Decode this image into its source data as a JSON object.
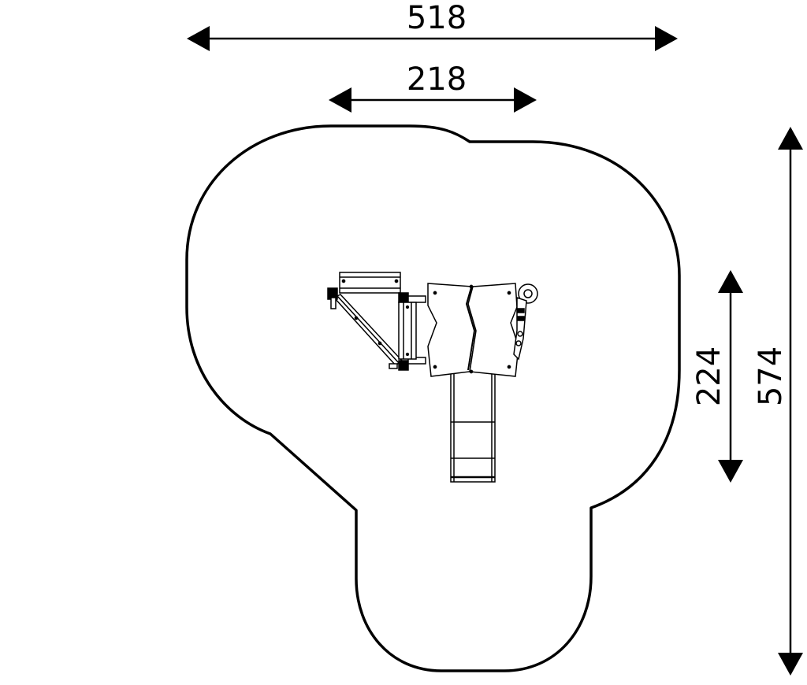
{
  "dimensions": {
    "overall_width": "518",
    "equipment_width": "218",
    "equipment_depth": "224",
    "overall_depth": "574"
  },
  "colors": {
    "stroke": "#000000",
    "background": "#ffffff"
  }
}
